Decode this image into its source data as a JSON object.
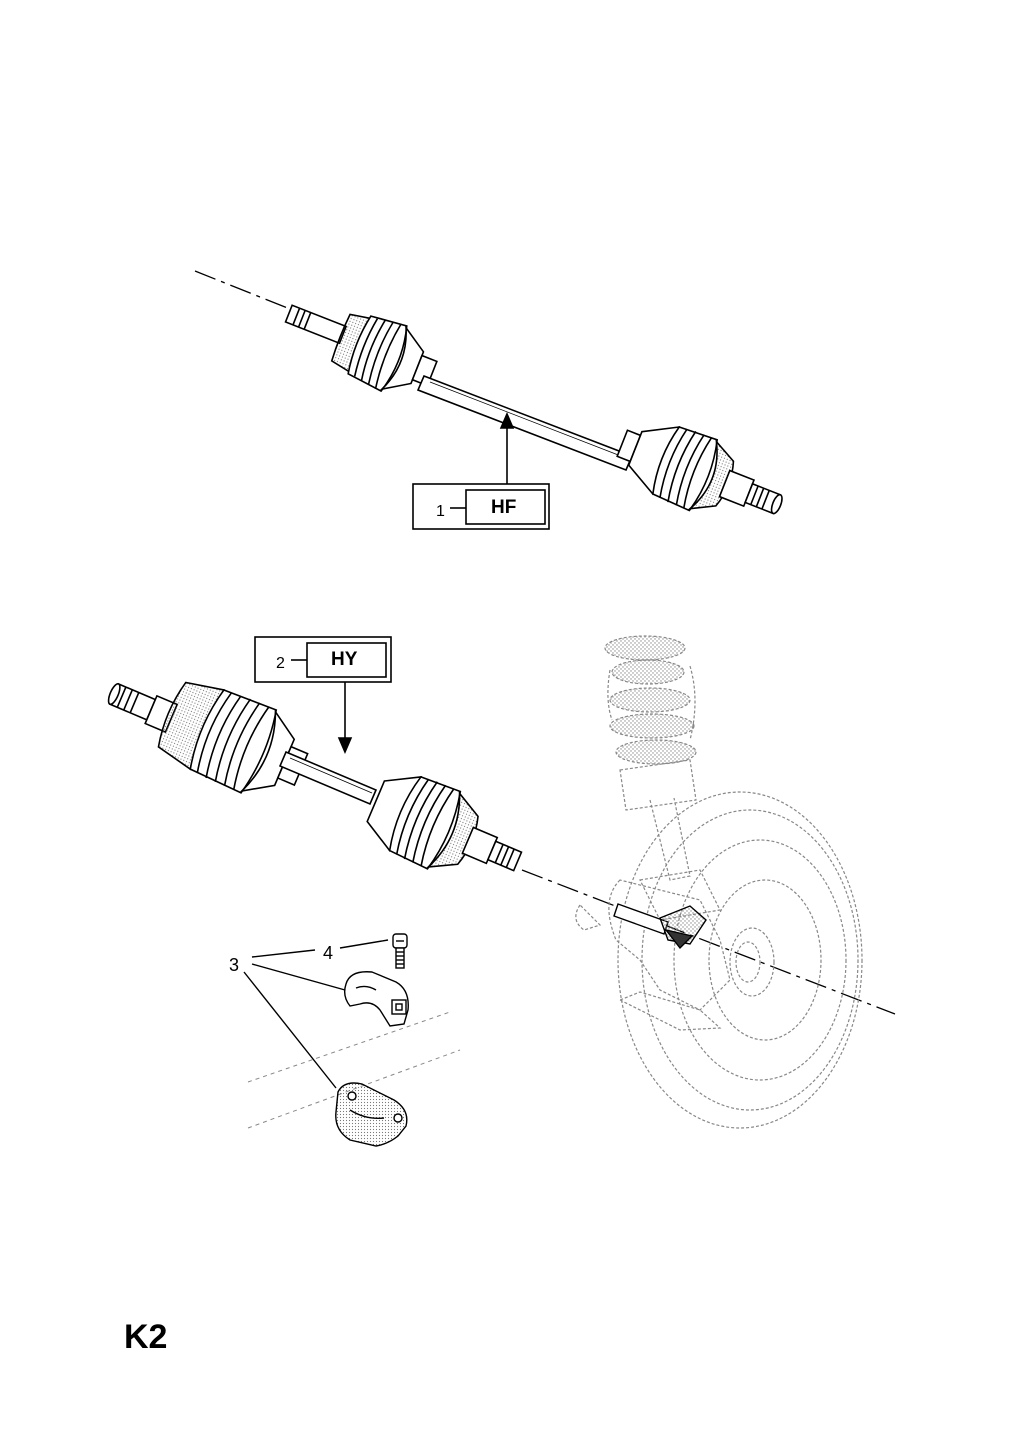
{
  "callouts": {
    "part1": {
      "number": "1",
      "code": "HF"
    },
    "part2": {
      "number": "2",
      "code": "HY"
    },
    "part3": {
      "number": "3"
    },
    "part4": {
      "number": "4"
    }
  },
  "page_code": "K2"
}
